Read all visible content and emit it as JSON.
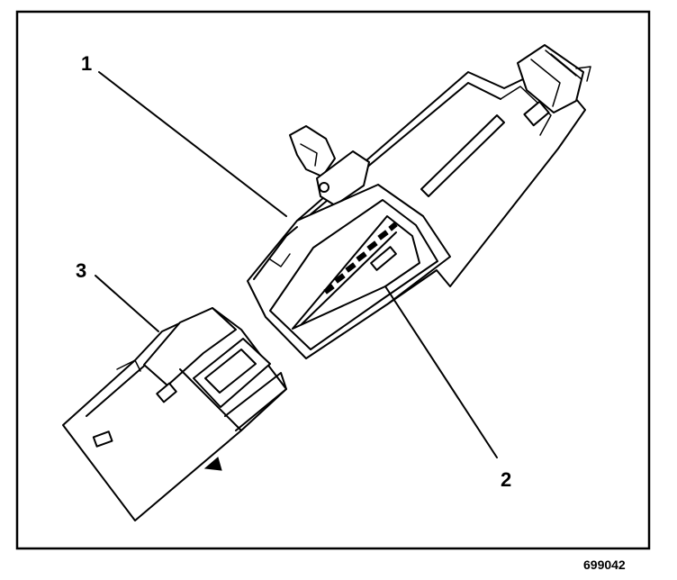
{
  "callouts": {
    "one": "1",
    "two": "2",
    "three": "3"
  },
  "figure_id": "699042",
  "colors": {
    "ink": "#000000",
    "paper": "#ffffff"
  }
}
